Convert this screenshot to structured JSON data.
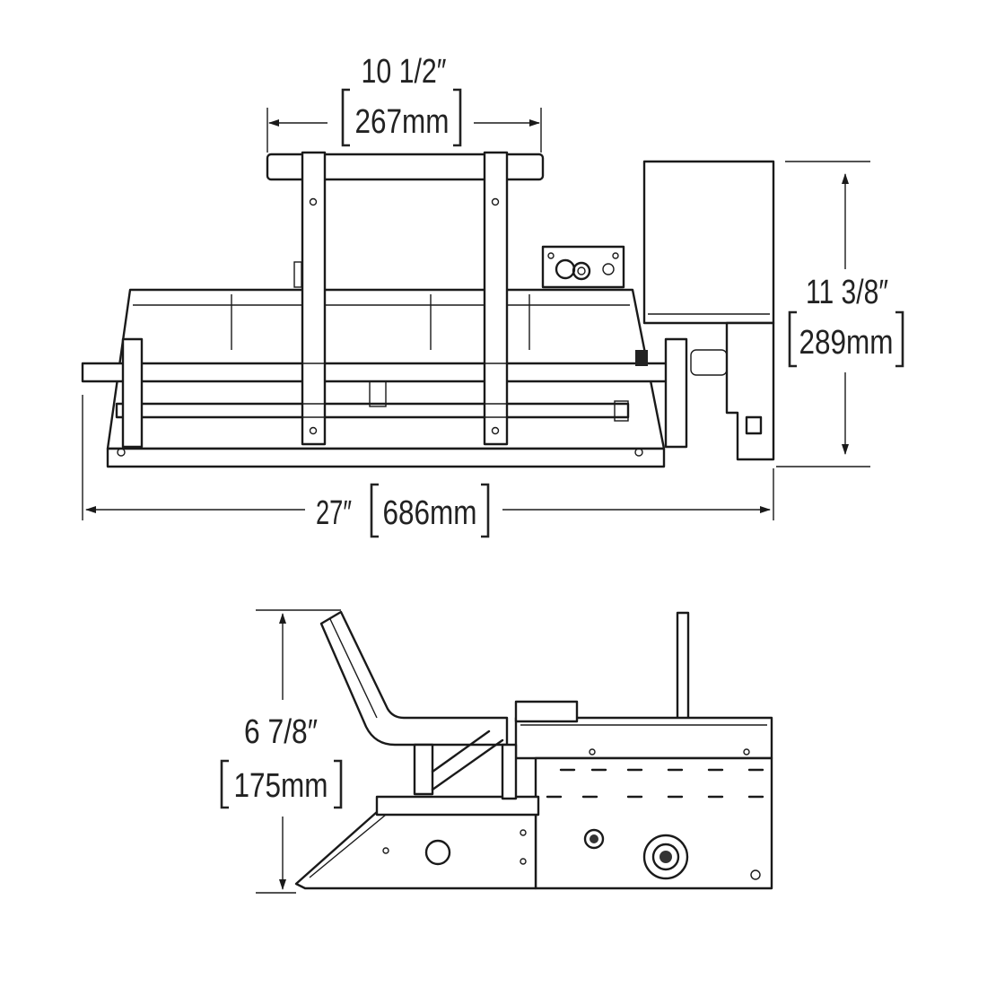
{
  "title": "Burner dimension drawing",
  "top_view": {
    "width_dim": {
      "imperial": "10 1/2″",
      "metric": "267mm"
    },
    "height_dim": {
      "imperial": "11 3/8″",
      "metric": "289mm"
    },
    "length_dim": {
      "imperial": "27″",
      "metric": "686mm"
    }
  },
  "side_view": {
    "height_dim": {
      "imperial": "6 7/8″",
      "metric": "175mm"
    }
  },
  "colors": {
    "line": "#1a1a1a",
    "background": "#ffffff"
  }
}
